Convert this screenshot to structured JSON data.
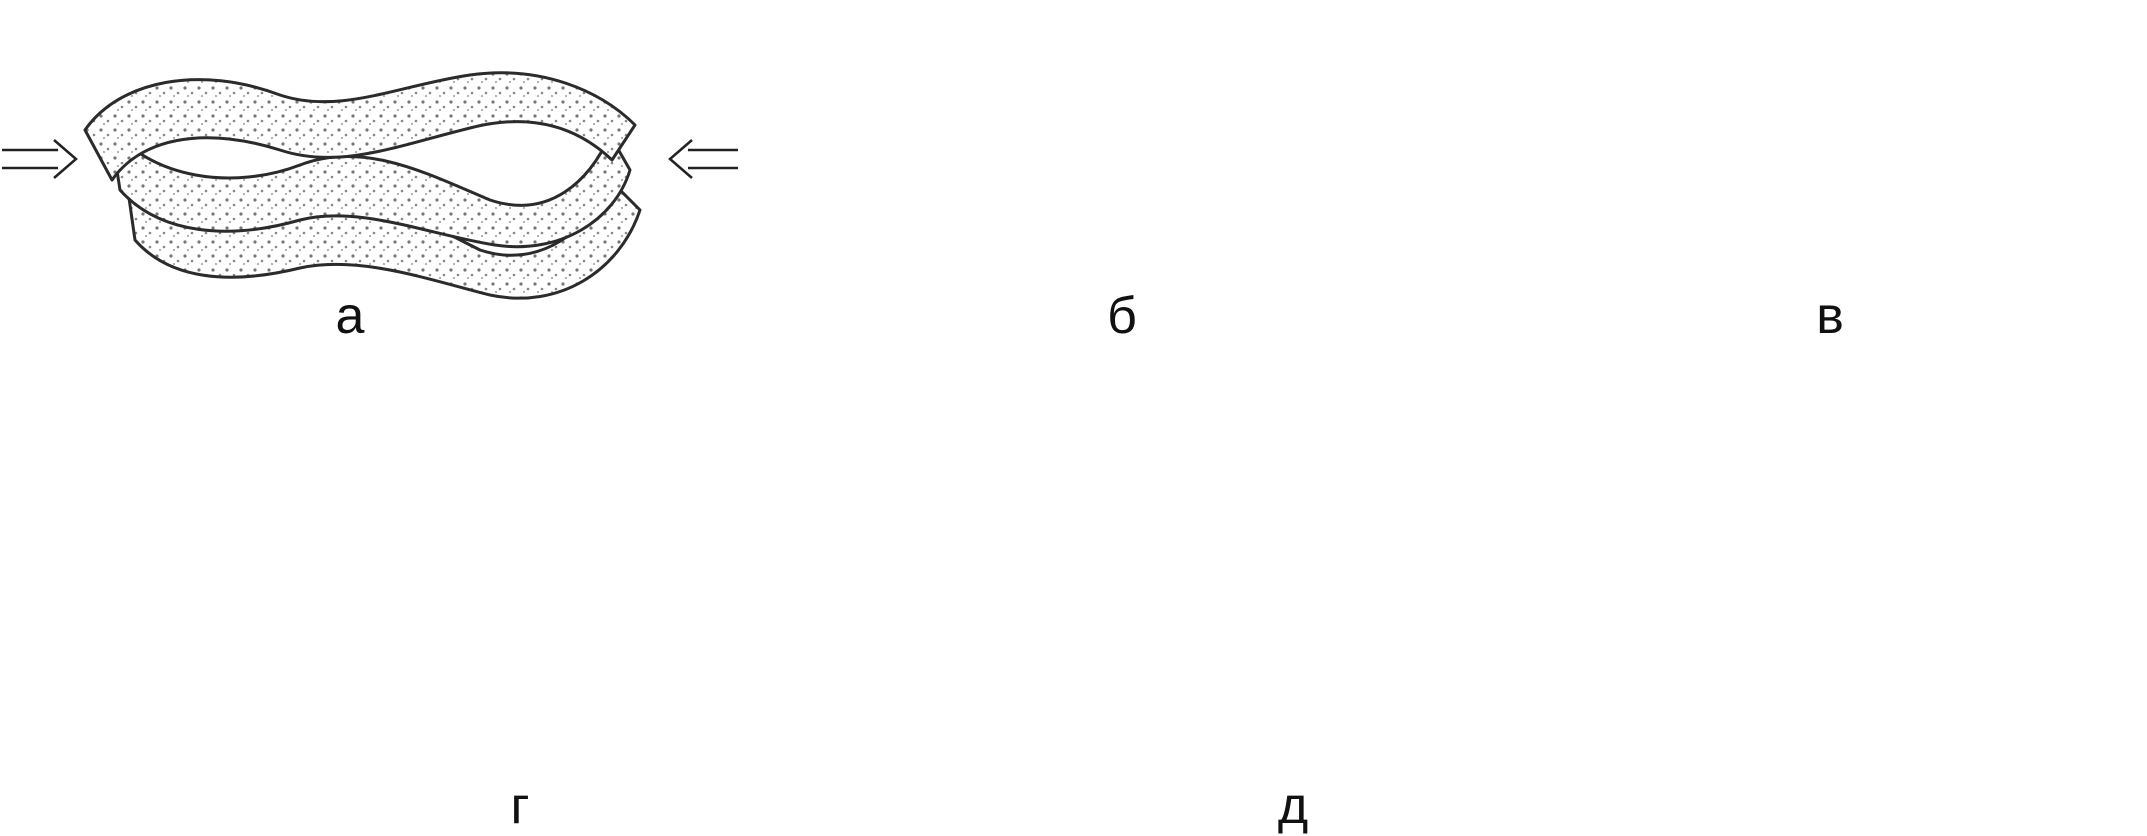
{
  "panels": [
    {
      "id": "a",
      "label": "а",
      "description_icon": "compression-fold-icon"
    },
    {
      "id": "b",
      "label": "б",
      "description_icon": "arched-fold-icon"
    },
    {
      "id": "v",
      "label": "в",
      "description_icon": "draped-fold-icon"
    },
    {
      "id": "g",
      "label": "г",
      "description_icon": "shear-fold-icon"
    },
    {
      "id": "d",
      "label": "д",
      "description_icon": "diapir-fold-icon"
    }
  ],
  "colors": {
    "ink": "#2b2b2b",
    "stipple": "#6a6a6a",
    "hatch": "#444444",
    "background": "#ffffff"
  }
}
